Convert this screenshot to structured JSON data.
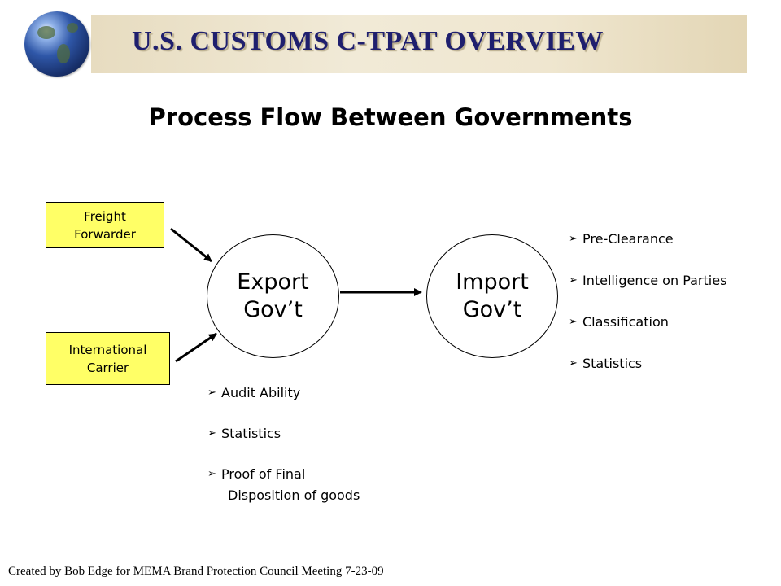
{
  "header": {
    "title": "U.S. CUSTOMS C-TPAT OVERVIEW",
    "logo_icon": "globe-icon"
  },
  "slide": {
    "subtitle": "Process Flow Between Governments"
  },
  "diagram": {
    "sources": [
      {
        "line1": "Freight",
        "line2": "Forwarder"
      },
      {
        "line1": "International",
        "line2": "Carrier"
      }
    ],
    "export_node": {
      "line1": "Export",
      "line2": "Gov’t"
    },
    "import_node": {
      "line1": "Import",
      "line2": "Gov’t"
    },
    "export_bullets": [
      {
        "text": "Audit Ability"
      },
      {
        "text": "Statistics"
      },
      {
        "text": "Proof of Final",
        "continuation": "Disposition of goods"
      }
    ],
    "import_bullets": [
      {
        "text": "Pre-Clearance"
      },
      {
        "text": "Intelligence on Parties"
      },
      {
        "text": "Classification"
      },
      {
        "text": "Statistics"
      }
    ],
    "bullet_glyph": "➢",
    "colors": {
      "box_fill": "#ffff66",
      "title_color": "#1f1f6e"
    }
  },
  "footer": {
    "text": "Created by Bob Edge for MEMA Brand Protection Council Meeting 7-23-09"
  }
}
